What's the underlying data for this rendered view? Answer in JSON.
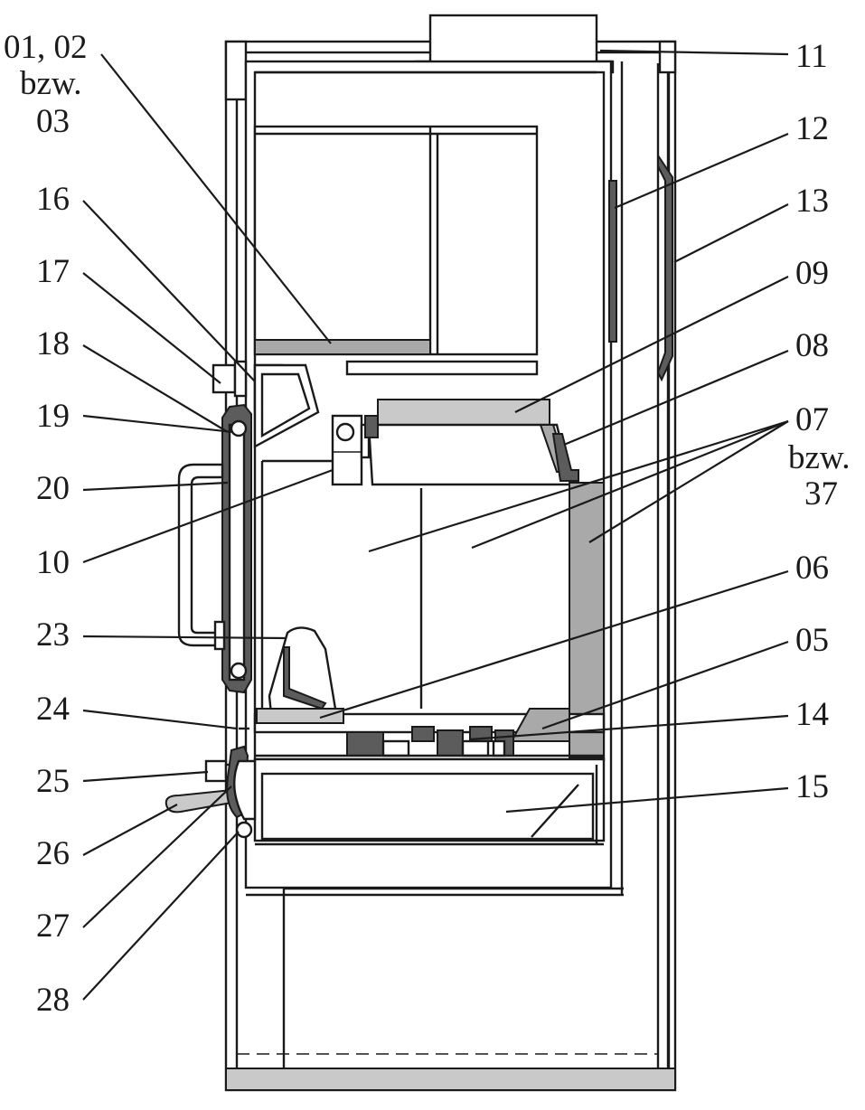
{
  "labels": {
    "l01": "01, 02",
    "l01b": "bzw.",
    "l01c": "03",
    "l11": "11",
    "l12": "12",
    "l13": "13",
    "l09": "09",
    "l08": "08",
    "l07": "07",
    "l07b": "bzw.",
    "l07c": "37",
    "l06": "06",
    "l05": "05",
    "l14": "14",
    "l15": "15",
    "l16": "16",
    "l17": "17",
    "l18": "18",
    "l19": "19",
    "l20": "20",
    "l10": "10",
    "l23": "23",
    "l24": "24",
    "l25": "25",
    "l26": "26",
    "l27": "27",
    "l28": "28"
  },
  "colors": {
    "ink": "#1a1a1a",
    "dark_fill": "#5c5c5c",
    "grey_fill": "#a9a9a9",
    "light_fill": "#c9c9c9"
  }
}
